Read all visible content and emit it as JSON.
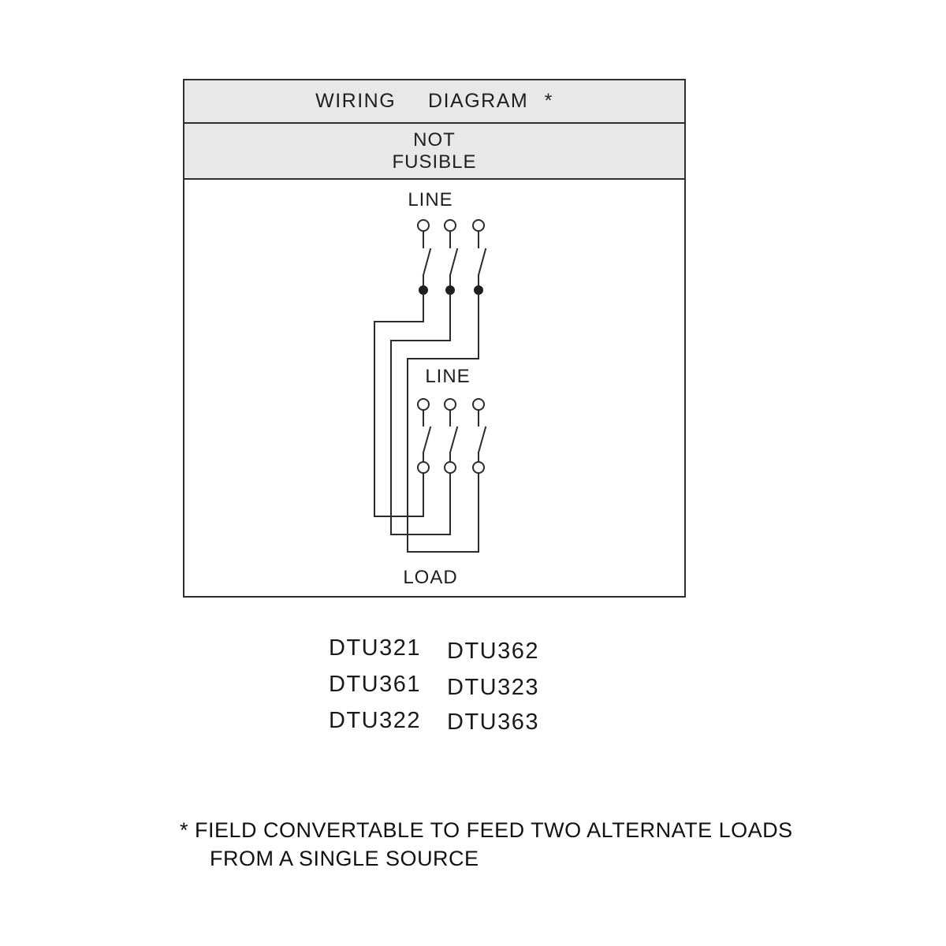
{
  "colors": {
    "line": "#2b2b2b",
    "header_bg": "#e8e8e8",
    "text": "#1f1f1f"
  },
  "diagram": {
    "title": "WIRING  DIAGRAM *",
    "subtitle_line1": "NOT",
    "subtitle_line2": "FUSIBLE",
    "top_terminal_label": "LINE",
    "middle_terminal_label": "LINE",
    "bottom_terminal_label": "LOAD"
  },
  "models": {
    "left_column": [
      "DTU321",
      "DTU361",
      "DTU322"
    ],
    "right_column": [
      "DTU362",
      "DTU323",
      "DTU363"
    ]
  },
  "footnote": {
    "line1": "* FIELD CONVERTABLE TO FEED TWO ALTERNATE LOADS",
    "line2": "FROM A SINGLE SOURCE"
  }
}
